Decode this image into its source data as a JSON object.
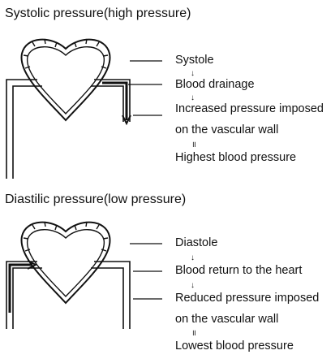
{
  "systolic": {
    "title": "Systolic pressure(high pressure)",
    "steps": [
      "Systole",
      "Blood drainage",
      "Increased pressure imposed",
      "on the vascular wall",
      "Highest blood pressure"
    ],
    "arrow": "↓",
    "equals": "॥"
  },
  "diastolic": {
    "title": "Diastilic pressure(low pressure)",
    "steps": [
      "Diastole",
      "Blood return to the heart",
      "Reduced pressure imposed",
      "on the vascular wall",
      "Lowest blood pressure"
    ],
    "arrow": "↓",
    "equals": "॥"
  }
}
